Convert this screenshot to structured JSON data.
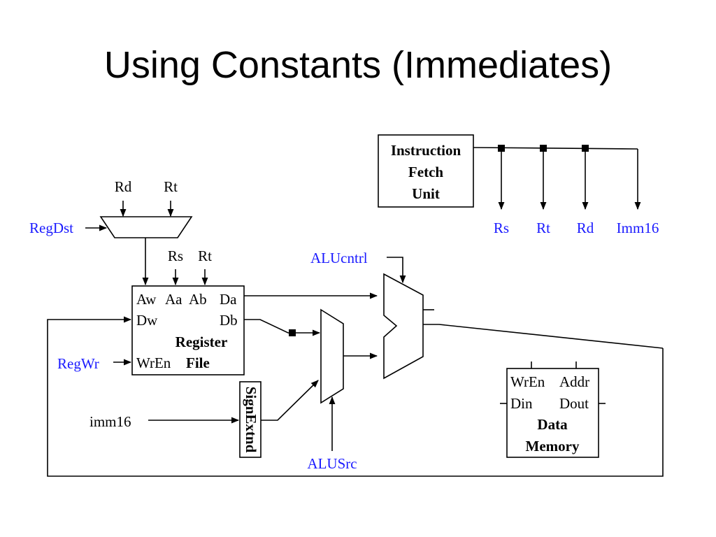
{
  "slide": {
    "title": "Using Constants (Immediates)"
  },
  "fetch_unit": {
    "line1": "Instruction",
    "line2": "Fetch",
    "line3": "Unit"
  },
  "instr_fields": {
    "rs": "Rs",
    "rt": "Rt",
    "rd": "Rd",
    "imm16": "Imm16"
  },
  "regdst_mux": {
    "control": "RegDst",
    "in_rd": "Rd",
    "in_rt": "Rt"
  },
  "register_file": {
    "port_aw": "Aw",
    "port_aa": "Aa",
    "port_ab": "Ab",
    "port_da": "Da",
    "port_dw": "Dw",
    "port_db": "Db",
    "name_line1": "Register",
    "port_wren": "WrEn",
    "name_line2": "File",
    "in_rs": "Rs",
    "in_rt": "Rt",
    "control": "RegWr"
  },
  "alu": {
    "control": "ALUcntrl"
  },
  "alusrc_mux": {
    "control": "ALUSrc"
  },
  "sign_extend": {
    "label": "SignExtnd",
    "input": "imm16"
  },
  "data_memory": {
    "port_wren": "WrEn",
    "port_addr": "Addr",
    "port_din": "Din",
    "port_dout": "Dout",
    "name_line1": "Data",
    "name_line2": "Memory"
  },
  "colors": {
    "control_signal": "#1a1aff",
    "text": "#000000",
    "wire": "#000000"
  }
}
